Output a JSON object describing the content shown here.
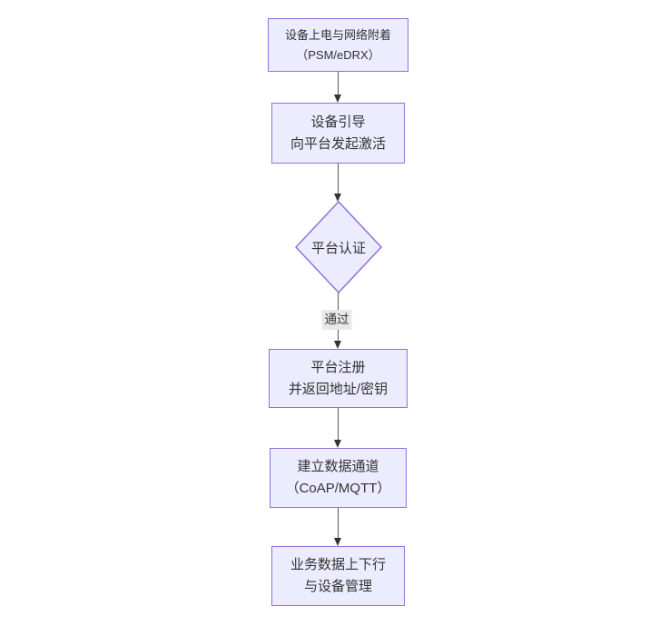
{
  "diagram": {
    "type": "flowchart-top-down",
    "background": "#ffffff",
    "colors": {
      "node_fill": "#ececff",
      "node_border": "#9370db",
      "edge_line": "#555555",
      "arrowhead": "#333333",
      "text": "#333333",
      "edge_label_bg": "#e8e8e8"
    },
    "nodes": [
      {
        "id": "A",
        "shape": "rect",
        "lines": [
          "设备上电与网络附着",
          "（PSM/eDRX）"
        ]
      },
      {
        "id": "B",
        "shape": "rect",
        "lines": [
          "设备引导",
          "向平台发起激活"
        ]
      },
      {
        "id": "C",
        "shape": "diamond",
        "lines": [
          "平台认证"
        ]
      },
      {
        "id": "D",
        "shape": "rect",
        "lines": [
          "平台注册",
          "并返回地址/密钥"
        ]
      },
      {
        "id": "E",
        "shape": "rect",
        "lines": [
          "建立数据通道",
          "（CoAP/MQTT）"
        ]
      },
      {
        "id": "F",
        "shape": "rect",
        "lines": [
          "业务数据上下行",
          "与设备管理"
        ]
      }
    ],
    "edges": [
      {
        "from": "A",
        "to": "B",
        "label": ""
      },
      {
        "from": "B",
        "to": "C",
        "label": ""
      },
      {
        "from": "C",
        "to": "D",
        "label": "通过"
      },
      {
        "from": "D",
        "to": "E",
        "label": ""
      },
      {
        "from": "E",
        "to": "F",
        "label": ""
      }
    ]
  }
}
